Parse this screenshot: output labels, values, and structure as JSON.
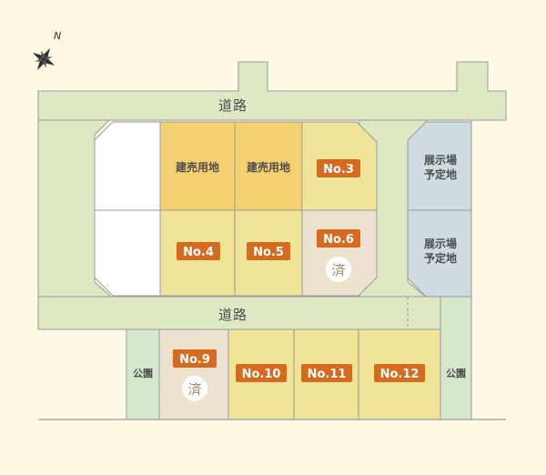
{
  "compass": {
    "north_label": "N"
  },
  "roads": {
    "top": "道路",
    "middle": "道路"
  },
  "lots_top": [
    {
      "id": "a",
      "kind": "blank"
    },
    {
      "id": "b",
      "kind": "sale",
      "label": "建売用地"
    },
    {
      "id": "c",
      "kind": "sale",
      "label": "建売用地"
    },
    {
      "id": "d",
      "kind": "lot",
      "tag": "No.3"
    },
    {
      "id": "e",
      "kind": "blank"
    },
    {
      "id": "f",
      "kind": "lot",
      "tag": "No.4"
    },
    {
      "id": "g",
      "kind": "lot",
      "tag": "No.5"
    },
    {
      "id": "h",
      "kind": "sold",
      "tag": "No.6",
      "status": "済"
    }
  ],
  "lots_bottom": [
    {
      "id": "i",
      "kind": "sold",
      "tag": "No.9",
      "status": "済"
    },
    {
      "id": "j",
      "kind": "lot",
      "tag": "No.10"
    },
    {
      "id": "k",
      "kind": "lot",
      "tag": "No.11"
    },
    {
      "id": "l",
      "kind": "lot",
      "tag": "No.12"
    }
  ],
  "showroom": [
    {
      "line1": "展示場",
      "line2": "予定地"
    },
    {
      "line1": "展示場",
      "line2": "予定地"
    }
  ],
  "parks": [
    {
      "label": "公園"
    },
    {
      "label": "公園"
    }
  ],
  "colors": {
    "background": "#fdf9e4",
    "road": "#dde8c4",
    "lot": "#f0e498",
    "sale": "#f5d070",
    "sold": "#ede2d0",
    "showroom": "#cfdbe0",
    "park": "#d6e8cc",
    "tag": "#d66a1e",
    "line": "#9a9a9a"
  }
}
